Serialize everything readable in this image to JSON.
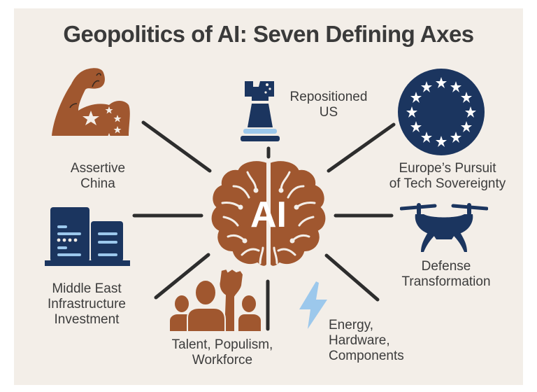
{
  "title": "Geopolitics of AI: Seven Defining Axes",
  "center": {
    "label": "AI",
    "icon": "brain-circuit-icon"
  },
  "axes": [
    {
      "id": "china",
      "line1": "Assertive",
      "line2": "China",
      "icon": "flexed-bicep-china-flag-icon"
    },
    {
      "id": "us",
      "line1": "Repositioned",
      "line2": "US",
      "icon": "chess-rook-icon"
    },
    {
      "id": "europe",
      "line1": "Europe’s Pursuit",
      "line2": "of Tech Sovereignty",
      "icon": "eu-stars-circle-icon"
    },
    {
      "id": "middle-east",
      "line1": "Middle East",
      "line2": "Infrastructure",
      "line3": "Investment",
      "icon": "buildings-icon"
    },
    {
      "id": "defense",
      "line1": "Defense",
      "line2": "Transformation",
      "icon": "drone-icon"
    },
    {
      "id": "talent",
      "line1": "Talent, Populism,",
      "line2": "Workforce",
      "icon": "crowd-raised-fist-icon"
    },
    {
      "id": "energy",
      "line1": "Energy,",
      "line2": "Hardware,",
      "line3": "Components",
      "icon": "lightning-bolt-icon"
    }
  ],
  "colors": {
    "background": "#f3eee8",
    "brown": "#a0572f",
    "navy": "#1b355f",
    "light_blue": "#9cc8ec",
    "text": "#3c3c3c",
    "connector": "#2d2d2d"
  }
}
